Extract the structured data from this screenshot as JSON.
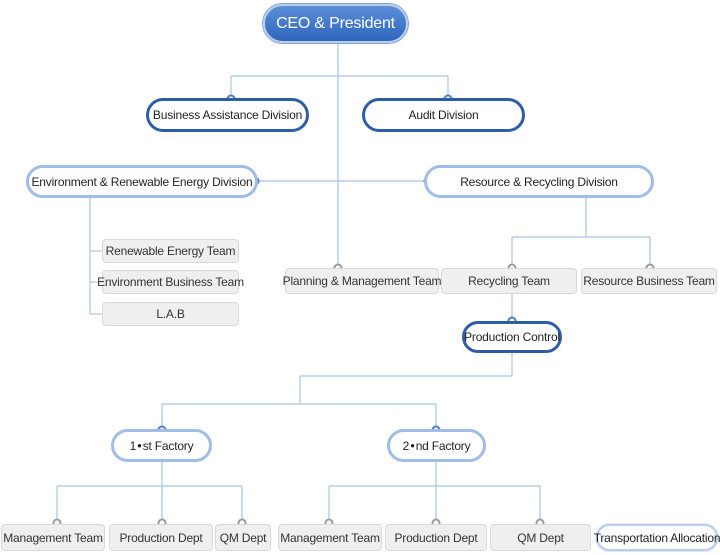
{
  "nodes": {
    "ceo": "CEO & President",
    "business_assistance": "Business Assistance Division",
    "audit": "Audit Division",
    "environment_renewable": "Environment & Renewable Energy Division",
    "resource_recycling": "Resource & Recycling Division",
    "renewable_energy_team": "Renewable Energy Team",
    "environment_business_team": "Environment Business Team",
    "lab": "L.A.B",
    "planning_management_team": "Planning & Management Team",
    "recycling_team": "Recycling Team",
    "resource_business_team": "Resource Business Team",
    "production_control": "Production Control",
    "factory1_num": "1",
    "factory1_rest": "st Factory",
    "factory2_num": "2",
    "factory2_rest": "nd Factory",
    "f1_management_team": "Management Team",
    "f1_production_dept": "Production Dept",
    "f1_qm_dept": "QM Dept",
    "f2_management_team": "Management Team",
    "f2_production_dept": "Production Dept",
    "f2_qm_dept": "QM Dept",
    "transportation_allocation": "Transportation Allocation"
  },
  "colors": {
    "dark_border": "#2e5da8",
    "light_border": "#9fbde6",
    "connector": "#a9c3e3",
    "team_fill": "#efefef"
  }
}
